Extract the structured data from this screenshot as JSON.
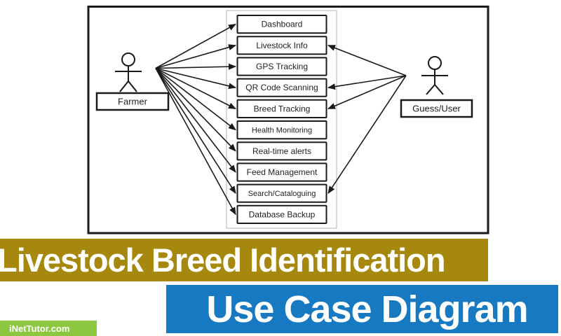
{
  "diagram": {
    "actors": [
      {
        "name": "Farmer"
      },
      {
        "name": "Guess/User"
      }
    ],
    "use_cases": [
      "Dashboard",
      "Livestock Info",
      "GPS Tracking",
      "QR Code Scanning",
      "Breed Tracking",
      "Health Monitoring",
      "Real-time alerts",
      "Feed Management",
      "Search/Cataloguing",
      "Database Backup"
    ],
    "farmer_connections": [
      0,
      1,
      2,
      3,
      4,
      5,
      6,
      7,
      8,
      9
    ],
    "guest_connections": [
      1,
      3,
      4,
      8
    ]
  },
  "banners": {
    "title": "Livestock Breed Identification",
    "title_bg": "#a6880e",
    "subtitle": "Use Case Diagram",
    "subtitle_bg": "#1779c2",
    "watermark": "iNetTutor.com",
    "watermark_bg": "#8dc63f"
  }
}
